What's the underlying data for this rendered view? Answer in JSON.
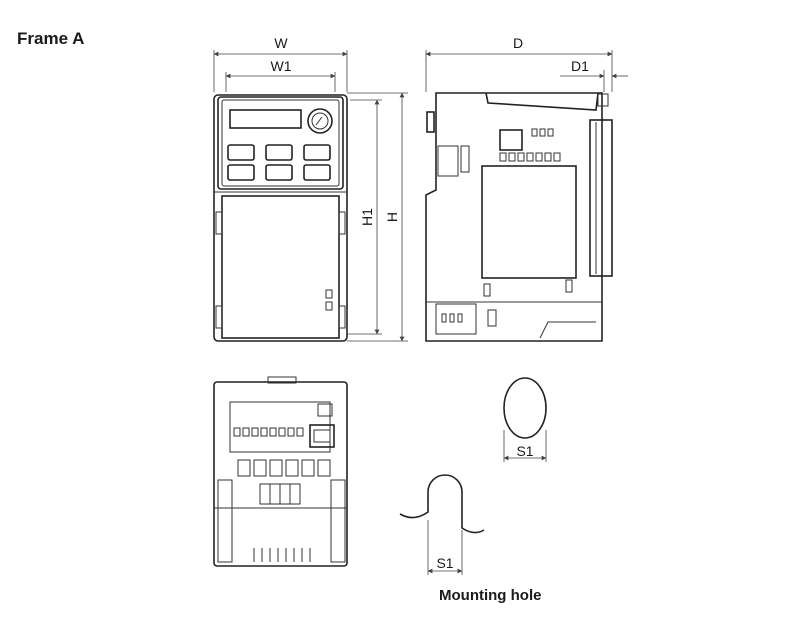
{
  "title": "Frame A",
  "dimensions": {
    "w": "W",
    "w1": "W1",
    "d": "D",
    "d1": "D1",
    "h": "H",
    "h1": "H1",
    "s1_top": "S1",
    "s1_bottom": "S1"
  },
  "caption": "Mounting hole"
}
